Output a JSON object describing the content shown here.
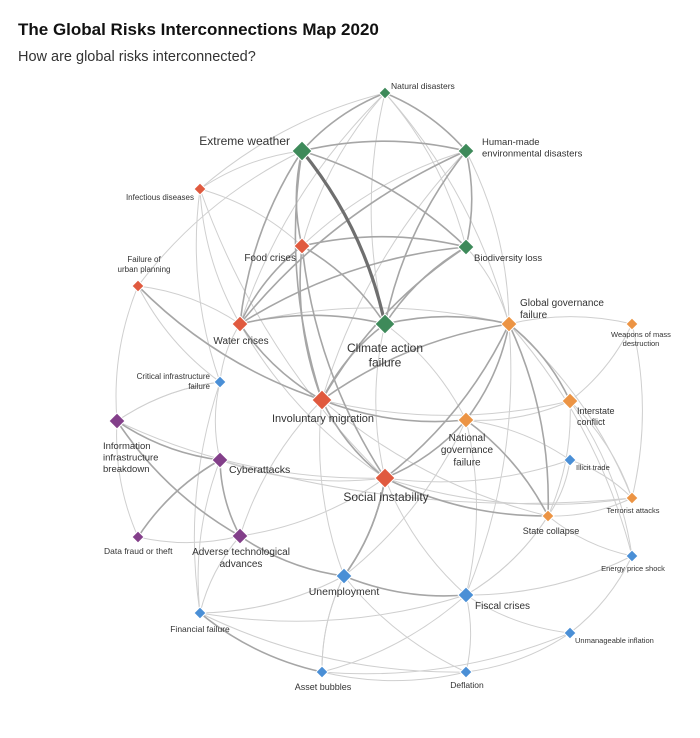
{
  "title": "The Global Risks Interconnections Map 2020",
  "subtitle": "How are global risks interconnected?",
  "colors": {
    "environmental": "#3e8a5a",
    "societal": "#e05a3f",
    "geopolitical": "#ec9444",
    "technological": "#833f8a",
    "economic": "#4a8fd6"
  },
  "nodes": [
    {
      "id": "natural_disasters",
      "label": "Natural disasters",
      "category": "environmental",
      "importance": "small"
    },
    {
      "id": "extreme_weather",
      "label": "Extreme weather",
      "category": "environmental",
      "importance": "large"
    },
    {
      "id": "human_made_env",
      "label": "Human-made environmental disasters",
      "category": "environmental",
      "importance": "medium"
    },
    {
      "id": "biodiversity_loss",
      "label": "Biodiversity loss",
      "category": "environmental",
      "importance": "medium"
    },
    {
      "id": "climate_action_failure",
      "label": "Climate action failure",
      "category": "environmental",
      "importance": "large"
    },
    {
      "id": "infectious_diseases",
      "label": "Infectious diseases",
      "category": "societal",
      "importance": "small"
    },
    {
      "id": "urban_planning",
      "label": "Failure of urban planning",
      "category": "societal",
      "importance": "small"
    },
    {
      "id": "food_crises",
      "label": "Food crises",
      "category": "societal",
      "importance": "medium"
    },
    {
      "id": "water_crises",
      "label": "Water crises",
      "category": "societal",
      "importance": "medium"
    },
    {
      "id": "involuntary_migration",
      "label": "Involuntary migration",
      "category": "societal",
      "importance": "large"
    },
    {
      "id": "social_instability",
      "label": "Social instability",
      "category": "societal",
      "importance": "large"
    },
    {
      "id": "global_governance",
      "label": "Global governance failure",
      "category": "geopolitical",
      "importance": "medium"
    },
    {
      "id": "wmd",
      "label": "Weapons of mass destruction",
      "category": "geopolitical",
      "importance": "small"
    },
    {
      "id": "interstate_conflict",
      "label": "Interstate conflict",
      "category": "geopolitical",
      "importance": "medium"
    },
    {
      "id": "national_governance",
      "label": "National governance failure",
      "category": "geopolitical",
      "importance": "medium"
    },
    {
      "id": "terrorist_attacks",
      "label": "Terrorist attacks",
      "category": "geopolitical",
      "importance": "small"
    },
    {
      "id": "state_collapse",
      "label": "State collapse",
      "category": "geopolitical",
      "importance": "small"
    },
    {
      "id": "critical_infra",
      "label": "Critical infrastructure failure",
      "category": "economic",
      "importance": "small"
    },
    {
      "id": "illicit_trade",
      "label": "Illicit trade",
      "category": "economic",
      "importance": "small"
    },
    {
      "id": "energy_price_shock",
      "label": "Energy price shock",
      "category": "economic",
      "importance": "small"
    },
    {
      "id": "unemployment",
      "label": "Unemployment",
      "category": "economic",
      "importance": "medium"
    },
    {
      "id": "fiscal_crises",
      "label": "Fiscal crises",
      "category": "economic",
      "importance": "medium"
    },
    {
      "id": "unmanageable_inflation",
      "label": "Unmanageable inflation",
      "category": "economic",
      "importance": "small"
    },
    {
      "id": "financial_failure",
      "label": "Financial failure",
      "category": "economic",
      "importance": "small"
    },
    {
      "id": "asset_bubbles",
      "label": "Asset bubbles",
      "category": "economic",
      "importance": "small"
    },
    {
      "id": "deflation",
      "label": "Deflation",
      "category": "economic",
      "importance": "small"
    },
    {
      "id": "info_infra",
      "label": "Information infrastructure breakdown",
      "category": "technological",
      "importance": "medium"
    },
    {
      "id": "cyberattacks",
      "label": "Cyberattacks",
      "category": "technological",
      "importance": "medium"
    },
    {
      "id": "data_fraud",
      "label": "Data fraud or theft",
      "category": "technological",
      "importance": "small"
    },
    {
      "id": "adverse_tech",
      "label": "Adverse technological advances",
      "category": "technological",
      "importance": "medium"
    }
  ],
  "links": [
    [
      "extreme_weather",
      "climate_action_failure",
      3
    ],
    [
      "extreme_weather",
      "natural_disasters",
      2
    ],
    [
      "extreme_weather",
      "human_made_env",
      2
    ],
    [
      "extreme_weather",
      "biodiversity_loss",
      2
    ],
    [
      "extreme_weather",
      "food_crises",
      2
    ],
    [
      "extreme_weather",
      "water_crises",
      2
    ],
    [
      "extreme_weather",
      "involuntary_migration",
      2
    ],
    [
      "extreme_weather",
      "urban_planning",
      1
    ],
    [
      "extreme_weather",
      "infectious_diseases",
      1
    ],
    [
      "natural_disasters",
      "human_made_env",
      2
    ],
    [
      "natural_disasters",
      "climate_action_failure",
      1
    ],
    [
      "natural_disasters",
      "biodiversity_loss",
      1
    ],
    [
      "natural_disasters",
      "water_crises",
      1
    ],
    [
      "natural_disasters",
      "food_crises",
      1
    ],
    [
      "natural_disasters",
      "global_governance",
      1
    ],
    [
      "natural_disasters",
      "infectious_diseases",
      1
    ],
    [
      "human_made_env",
      "biodiversity_loss",
      2
    ],
    [
      "human_made_env",
      "climate_action_failure",
      2
    ],
    [
      "human_made_env",
      "water_crises",
      2
    ],
    [
      "human_made_env",
      "food_crises",
      1
    ],
    [
      "human_made_env",
      "global_governance",
      1
    ],
    [
      "human_made_env",
      "involuntary_migration",
      1
    ],
    [
      "biodiversity_loss",
      "climate_action_failure",
      2
    ],
    [
      "biodiversity_loss",
      "food_crises",
      2
    ],
    [
      "biodiversity_loss",
      "water_crises",
      2
    ],
    [
      "biodiversity_loss",
      "involuntary_migration",
      2
    ],
    [
      "biodiversity_loss",
      "global_governance",
      1
    ],
    [
      "climate_action_failure",
      "food_crises",
      2
    ],
    [
      "climate_action_failure",
      "water_crises",
      2
    ],
    [
      "climate_action_failure",
      "global_governance",
      2
    ],
    [
      "climate_action_failure",
      "involuntary_migration",
      2
    ],
    [
      "climate_action_failure",
      "social_instability",
      1
    ],
    [
      "climate_action_failure",
      "national_governance",
      1
    ],
    [
      "food_crises",
      "water_crises",
      2
    ],
    [
      "food_crises",
      "involuntary_migration",
      2
    ],
    [
      "food_crises",
      "social_instability",
      2
    ],
    [
      "food_crises",
      "infectious_diseases",
      1
    ],
    [
      "water_crises",
      "involuntary_migration",
      2
    ],
    [
      "water_crises",
      "social_instability",
      1
    ],
    [
      "water_crises",
      "urban_planning",
      1
    ],
    [
      "water_crises",
      "global_governance",
      1
    ],
    [
      "water_crises",
      "infectious_diseases",
      1
    ],
    [
      "urban_planning",
      "critical_infra",
      1
    ],
    [
      "urban_planning",
      "involuntary_migration",
      2
    ],
    [
      "urban_planning",
      "info_infra",
      1
    ],
    [
      "infectious_diseases",
      "social_instability",
      1
    ],
    [
      "infectious_diseases",
      "critical_infra",
      1
    ],
    [
      "involuntary_migration",
      "social_instability",
      2
    ],
    [
      "involuntary_migration",
      "national_governance",
      2
    ],
    [
      "involuntary_migration",
      "interstate_conflict",
      1
    ],
    [
      "involuntary_migration",
      "state_collapse",
      1
    ],
    [
      "involuntary_migration",
      "global_governance",
      2
    ],
    [
      "involuntary_migration",
      "unemployment",
      1
    ],
    [
      "social_instability",
      "national_governance",
      2
    ],
    [
      "social_instability",
      "global_governance",
      2
    ],
    [
      "social_instability",
      "unemployment",
      2
    ],
    [
      "social_instability",
      "fiscal_crises",
      1
    ],
    [
      "social_instability",
      "state_collapse",
      2
    ],
    [
      "social_instability",
      "cyberattacks",
      1
    ],
    [
      "social_instability",
      "info_infra",
      1
    ],
    [
      "social_instability",
      "adverse_tech",
      1
    ],
    [
      "social_instability",
      "terrorist_attacks",
      1
    ],
    [
      "social_instability",
      "illicit_trade",
      1
    ],
    [
      "global_governance",
      "interstate_conflict",
      2
    ],
    [
      "global_governance",
      "national_governance",
      2
    ],
    [
      "global_governance",
      "state_collapse",
      2
    ],
    [
      "global_governance",
      "wmd",
      1
    ],
    [
      "global_governance",
      "terrorist_attacks",
      1
    ],
    [
      "global_governance",
      "fiscal_crises",
      1
    ],
    [
      "global_governance",
      "energy_price_shock",
      1
    ],
    [
      "interstate_conflict",
      "national_governance",
      1
    ],
    [
      "interstate_conflict",
      "state_collapse",
      1
    ],
    [
      "interstate_conflict",
      "wmd",
      1
    ],
    [
      "interstate_conflict",
      "terrorist_attacks",
      1
    ],
    [
      "interstate_conflict",
      "energy_price_shock",
      1
    ],
    [
      "national_governance",
      "state_collapse",
      2
    ],
    [
      "national_governance",
      "illicit_trade",
      1
    ],
    [
      "national_governance",
      "fiscal_crises",
      1
    ],
    [
      "national_governance",
      "unemployment",
      1
    ],
    [
      "state_collapse",
      "terrorist_attacks",
      1
    ],
    [
      "state_collapse",
      "illicit_trade",
      1
    ],
    [
      "state_collapse",
      "fiscal_crises",
      1
    ],
    [
      "cyberattacks",
      "info_infra",
      2
    ],
    [
      "cyberattacks",
      "data_fraud",
      2
    ],
    [
      "cyberattacks",
      "critical_infra",
      1
    ],
    [
      "cyberattacks",
      "adverse_tech",
      2
    ],
    [
      "cyberattacks",
      "financial_failure",
      1
    ],
    [
      "cyberattacks",
      "terrorist_attacks",
      1
    ],
    [
      "info_infra",
      "data_fraud",
      1
    ],
    [
      "info_infra",
      "adverse_tech",
      2
    ],
    [
      "info_infra",
      "critical_infra",
      1
    ],
    [
      "data_fraud",
      "adverse_tech",
      1
    ],
    [
      "adverse_tech",
      "unemployment",
      2
    ],
    [
      "adverse_tech",
      "financial_failure",
      1
    ],
    [
      "adverse_tech",
      "involuntary_migration",
      1
    ],
    [
      "unemployment",
      "fiscal_crises",
      2
    ],
    [
      "unemployment",
      "asset_bubbles",
      1
    ],
    [
      "unemployment",
      "financial_failure",
      1
    ],
    [
      "unemployment",
      "deflation",
      1
    ],
    [
      "unemployment",
      "social_instability",
      2
    ],
    [
      "fiscal_crises",
      "financial_failure",
      1
    ],
    [
      "fiscal_crises",
      "asset_bubbles",
      1
    ],
    [
      "fiscal_crises",
      "deflation",
      1
    ],
    [
      "fiscal_crises",
      "unmanageable_inflation",
      1
    ],
    [
      "fiscal_crises",
      "state_collapse",
      1
    ],
    [
      "fiscal_crises",
      "energy_price_shock",
      1
    ],
    [
      "financial_failure",
      "asset_bubbles",
      2
    ],
    [
      "financial_failure",
      "deflation",
      1
    ],
    [
      "financial_failure",
      "critical_infra",
      1
    ],
    [
      "asset_bubbles",
      "deflation",
      1
    ],
    [
      "asset_bubbles",
      "unemployment",
      1
    ],
    [
      "energy_price_shock",
      "unmanageable_inflation",
      1
    ],
    [
      "energy_price_shock",
      "state_collapse",
      1
    ],
    [
      "unmanageable_inflation",
      "deflation",
      1
    ],
    [
      "unmanageable_inflation",
      "asset_bubbles",
      1
    ],
    [
      "wmd",
      "terrorist_attacks",
      1
    ],
    [
      "illicit_trade",
      "terrorist_attacks",
      1
    ],
    [
      "critical_infra",
      "water_crises",
      1
    ],
    [
      "critical_infra",
      "info_infra",
      1
    ]
  ]
}
